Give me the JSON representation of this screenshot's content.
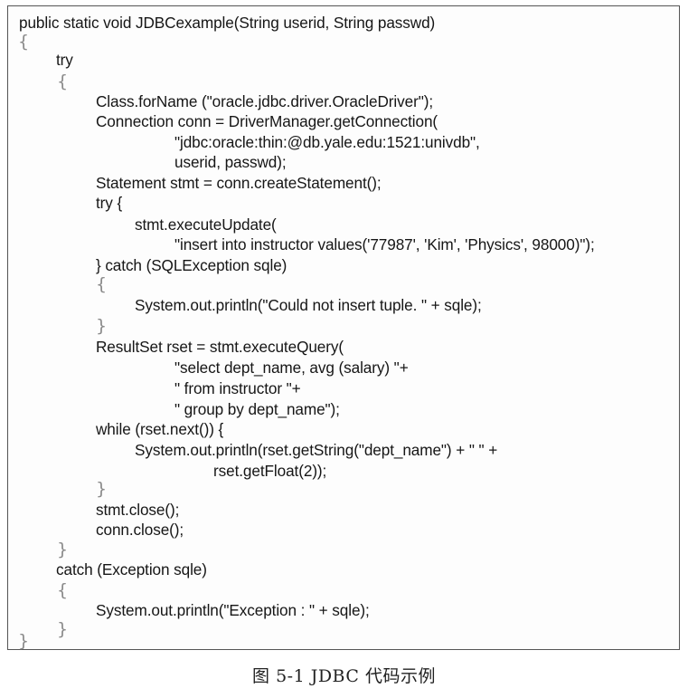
{
  "code_lines": [
    "public static void JDBCexample(String userid, String passwd)",
    "{",
    "try",
    "{",
    "Class.forName (\"oracle.jdbc.driver.OracleDriver\");",
    "Connection conn = DriverManager.getConnection(",
    "\"jdbc:oracle:thin:@db.yale.edu:1521:univdb\",",
    "userid, passwd);",
    "Statement stmt = conn.createStatement();",
    "try {",
    "stmt.executeUpdate(",
    "\"insert into instructor values('77987', 'Kim', 'Physics', 98000)\");",
    "} catch (SQLException sqle)",
    "{",
    "System.out.println(\"Could not insert tuple. \" + sqle);",
    "}",
    "ResultSet rset = stmt.executeQuery(",
    "\"select dept_name, avg (salary) \"+",
    "\" from instructor \"+",
    "\" group by dept_name\");",
    "while (rset.next()) {",
    "System.out.println(rset.getString(\"dept_name\") + \" \" +",
    "rset.getFloat(2));",
    "}",
    "stmt.close();",
    "conn.close();",
    "}",
    "catch (Exception sqle)",
    "{",
    "System.out.println(\"Exception : \" + sqle);",
    "}",
    "}"
  ],
  "caption": "图 5-1   JDBC 代码示例"
}
